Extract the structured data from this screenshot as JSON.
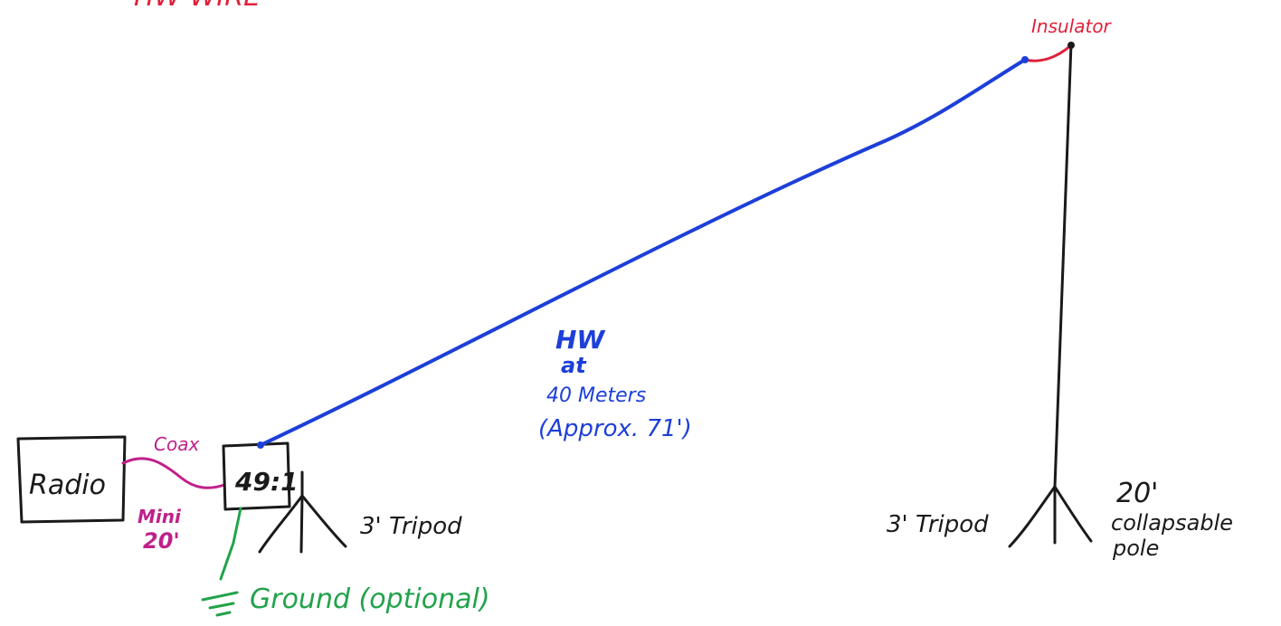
{
  "diagram": {
    "header_partial": "HW WIRE",
    "insulator_label": "Insulator",
    "antenna_label": {
      "line1": "HW",
      "line2": "at",
      "line3": "40 Meters",
      "line4": "(Approx. 71')"
    },
    "radio_label": "Radio",
    "coax_label": "Coax",
    "coax_length": {
      "line1": "Mini",
      "line2": "20'"
    },
    "unun_label": "49:1",
    "left_tripod_label": "3' Tripod",
    "right_tripod_label": "3' Tripod",
    "pole_label": {
      "line1": "20'",
      "line2": "collapsable",
      "line3": "pole"
    },
    "ground_label": "Ground (optional)"
  },
  "colors": {
    "wire": "#1c3fd9",
    "insulator": "#e0203a",
    "coax": "#c0208a",
    "ground": "#22a24a",
    "ink": "#1a1a1a"
  }
}
